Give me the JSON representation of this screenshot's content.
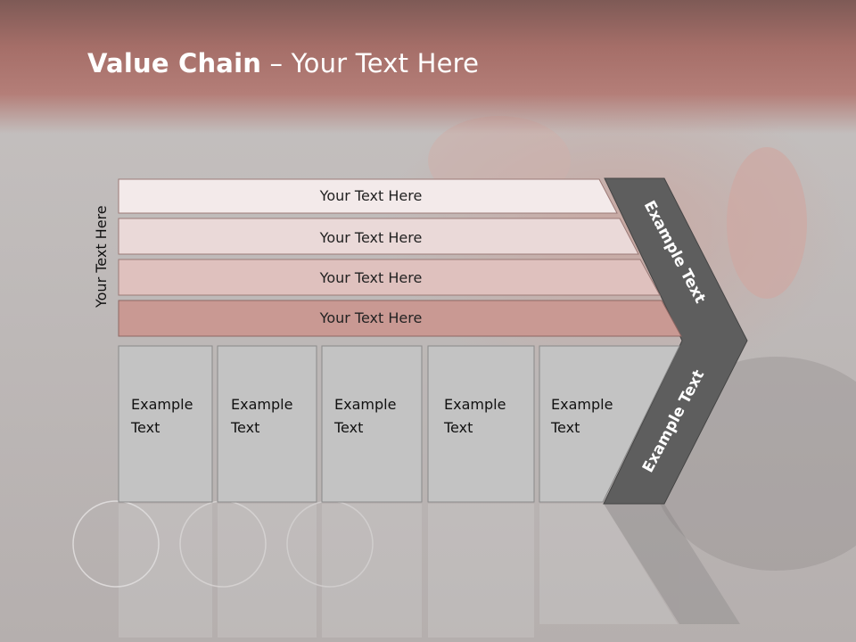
{
  "slide": {
    "title_bold": "Value Chain",
    "title_rest": " – Your Text Here",
    "vertical_label": "Your Text Here"
  },
  "rows": [
    {
      "label": "Your Text Here",
      "fill": "#f3eaea"
    },
    {
      "label": "Your Text Here",
      "fill": "#ead9d8"
    },
    {
      "label": "Your Text Here",
      "fill": "#dfc1be"
    },
    {
      "label": "Your Text Here",
      "fill": "#c99993"
    }
  ],
  "boxes": [
    {
      "line1": "Example",
      "line2": "Text"
    },
    {
      "line1": "Example",
      "line2": "Text"
    },
    {
      "line1": "Example",
      "line2": "Text"
    },
    {
      "line1": "Example",
      "line2": "Text"
    },
    {
      "line1": "Example",
      "line2": "Text"
    }
  ],
  "chevron": {
    "upper_label": "Example Text",
    "lower_label": "Example Text",
    "fill": "#5e5e5e"
  }
}
